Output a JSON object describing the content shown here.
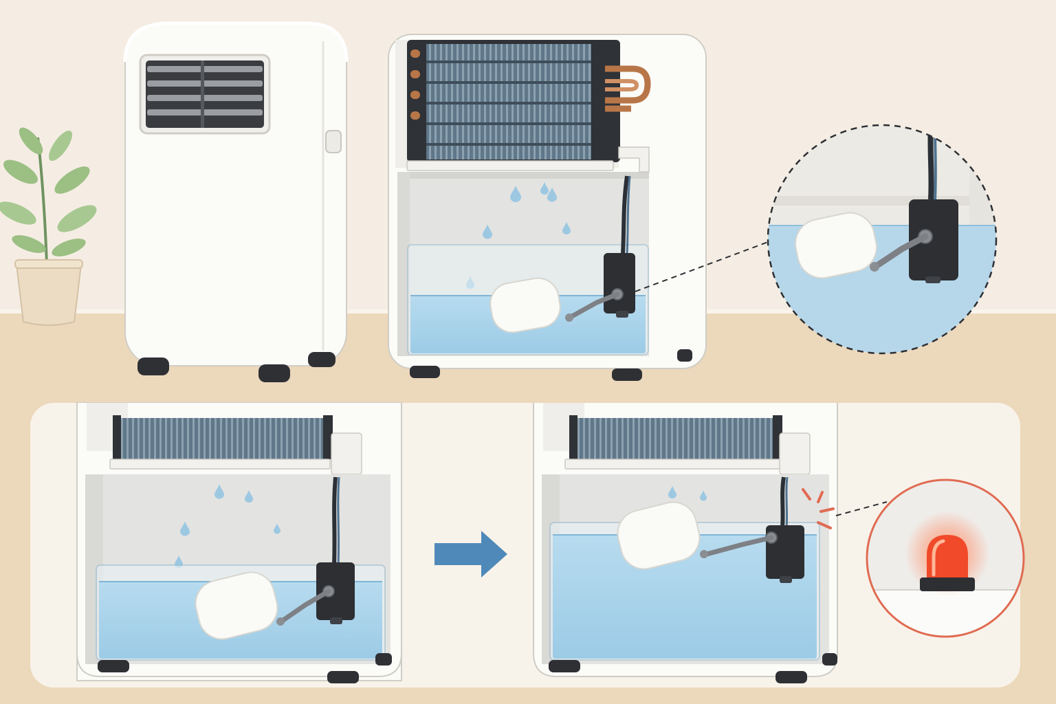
{
  "scene": {
    "type": "illustrated-diagram",
    "text_labels": []
  },
  "palette": {
    "wall": "#f5ede3",
    "floor": "#ecd8bb",
    "unit_body": "#fbfbf8",
    "unit_outline": "#c9c7c0",
    "interior": "#e2e2e0",
    "coil": "#5c7384",
    "copper": "#b87648",
    "water": "#a8d2ea",
    "water_edge": "#7fb5d6",
    "float": "#fafaf7",
    "switch_body": "#2d2f33",
    "arm": "#7d8085",
    "arrow": "#4f89b9",
    "alarm_ring": "#e06b52",
    "alarm_light": "#f04a2a",
    "plant_leaf": "#9cbf84",
    "pot": "#ecdcc3",
    "panel_bg": "#f8f3ea"
  },
  "items": [
    {
      "name": "plant",
      "icon": "plant-icon"
    },
    {
      "name": "dehumidifier-closed",
      "icon": "dehumidifier-icon"
    },
    {
      "name": "dehumidifier-cutaway",
      "icon": "cutaway-icon"
    },
    {
      "name": "float-switch-zoom",
      "icon": "magnifier-icon"
    },
    {
      "name": "low-water-state",
      "icon": "float-low-icon"
    },
    {
      "name": "sequence-arrow",
      "icon": "arrow-right-icon"
    },
    {
      "name": "full-water-state",
      "icon": "float-high-icon"
    },
    {
      "name": "alarm-indicator",
      "icon": "alarm-light-icon"
    }
  ]
}
